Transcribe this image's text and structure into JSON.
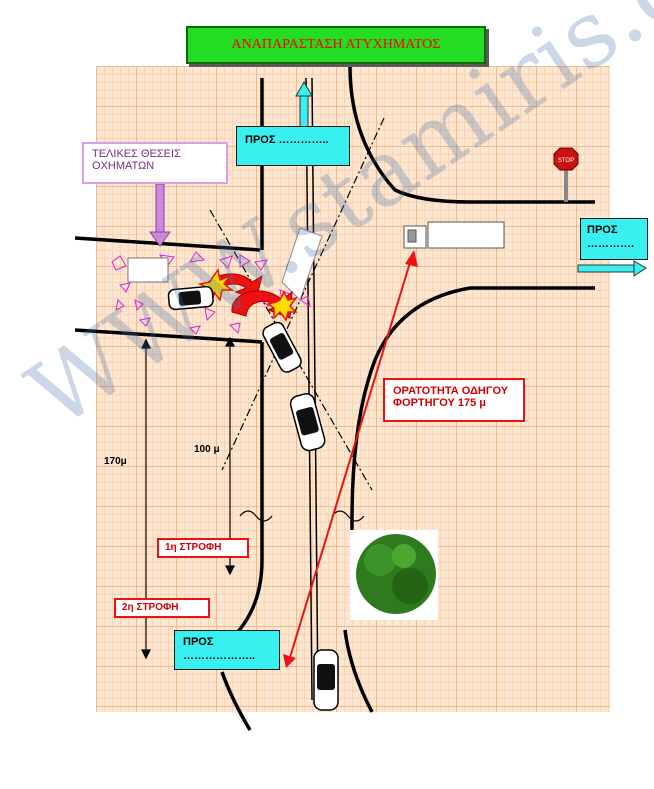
{
  "title": "ΑΝΑΠΑΡΑΣΤΑΣΗ ΑΤΥΧΗΜΑΤΟΣ",
  "final_positions_label": [
    "ΤΕΛΙΚΕΣ ΘΕΣΕΙΣ",
    "ΟΧΗΜΑΤΩΝ"
  ],
  "direction_boxes": {
    "top": [
      "ΠΡΟΣ …………..",
      ""
    ],
    "right": [
      "ΠΡΟΣ",
      "…………."
    ],
    "bottom": [
      "ΠΡΟΣ",
      "……………….."
    ]
  },
  "visibility_label": [
    "ΟΡΑΤΟΤΗΤΑ ΟΔΗΓΟΥ",
    "ΦΟΡΤΗΓΟΥ 175 μ"
  ],
  "first_turn": "1η ΣΤΡΟΦΗ",
  "second_turn": "2η ΣΤΡΟΦΗ",
  "dist_170": "170μ",
  "dist_100": "100 μ",
  "stop_sign": "STOP",
  "watermark": "WWW.stamiris.gr",
  "colors": {
    "banner": "#22dd22",
    "arrow": "#38f0f0",
    "red": "#ee1111",
    "debris": "#e020e0"
  }
}
